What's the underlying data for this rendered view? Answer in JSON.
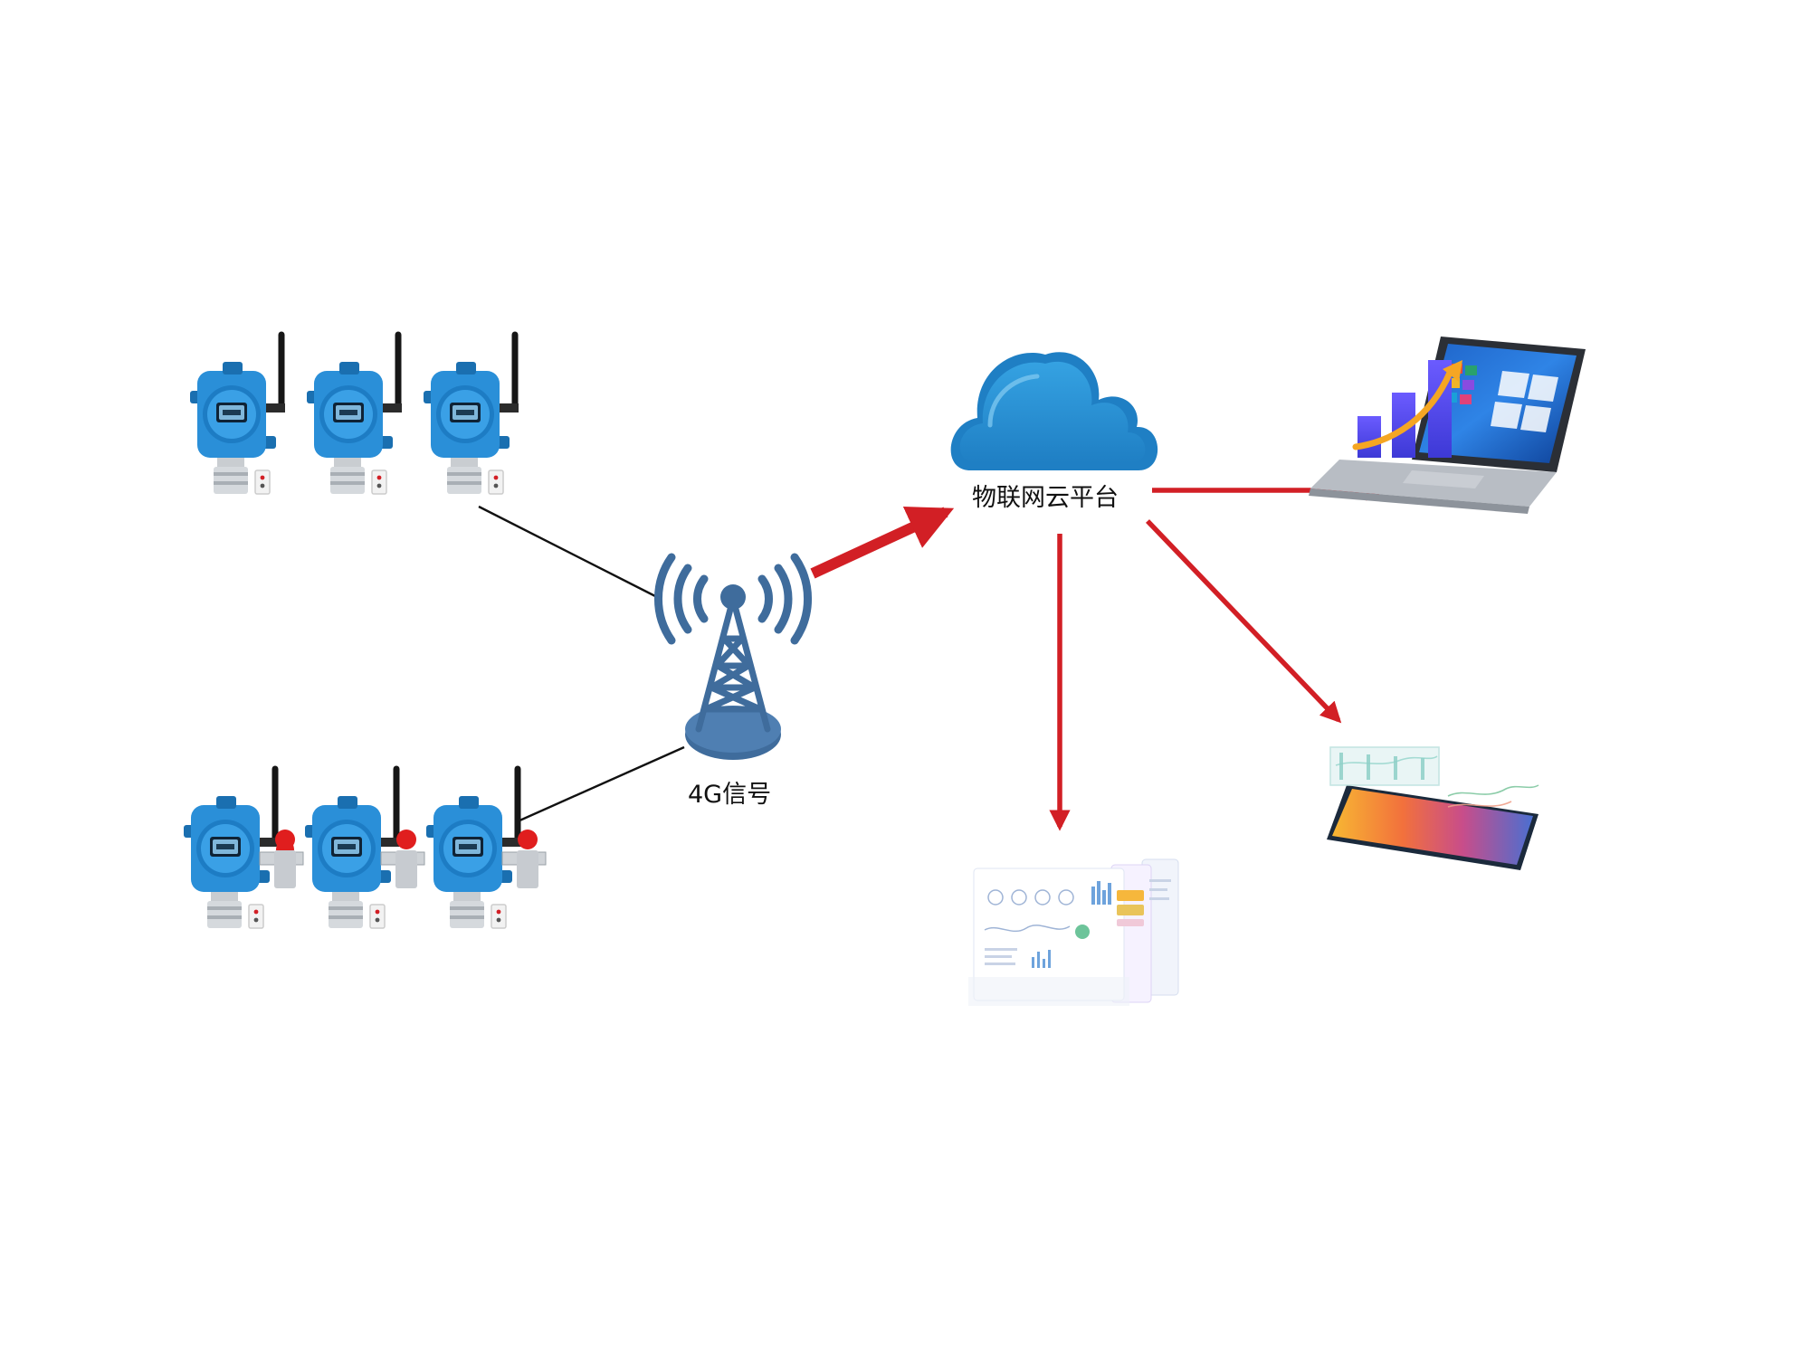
{
  "colors": {
    "background": "#ffffff",
    "device_blue": "#2a8fd8",
    "device_blue_dark": "#1a6fb0",
    "cloud_blue": "#2f93d4",
    "cloud_blue_light": "#6fc1ee",
    "tower_blue": "#3f6c9c",
    "arrow_red": "#d21f25",
    "connector_black": "#111111",
    "alarm_red": "#e01e1e"
  },
  "nodes": {
    "cloud_platform": {
      "label": "物联网云平台",
      "icon": "cloud-icon"
    },
    "tower": {
      "label": "4G信号",
      "icon": "cell-tower-icon"
    },
    "detector_group_top": {
      "count": 3,
      "icon": "gas-detector-icon",
      "has_alarm_light": false
    },
    "detector_group_bottom": {
      "count": 3,
      "icon": "gas-detector-icon",
      "has_alarm_light": true
    },
    "laptop": {
      "icon": "laptop-icon"
    },
    "phone": {
      "icon": "smartphone-icon"
    },
    "dashboard": {
      "icon": "dashboard-screens-icon"
    }
  },
  "edges": [
    {
      "from": "detector_group_top",
      "to": "tower",
      "style": "thin-line"
    },
    {
      "from": "detector_group_bottom",
      "to": "tower",
      "style": "thin-line"
    },
    {
      "from": "tower",
      "to": "cloud_platform",
      "style": "red-arrow"
    },
    {
      "from": "cloud_platform",
      "to": "laptop",
      "style": "red-arrow"
    },
    {
      "from": "cloud_platform",
      "to": "dashboard",
      "style": "red-arrow"
    },
    {
      "from": "cloud_platform",
      "to": "phone",
      "style": "red-arrow"
    }
  ]
}
